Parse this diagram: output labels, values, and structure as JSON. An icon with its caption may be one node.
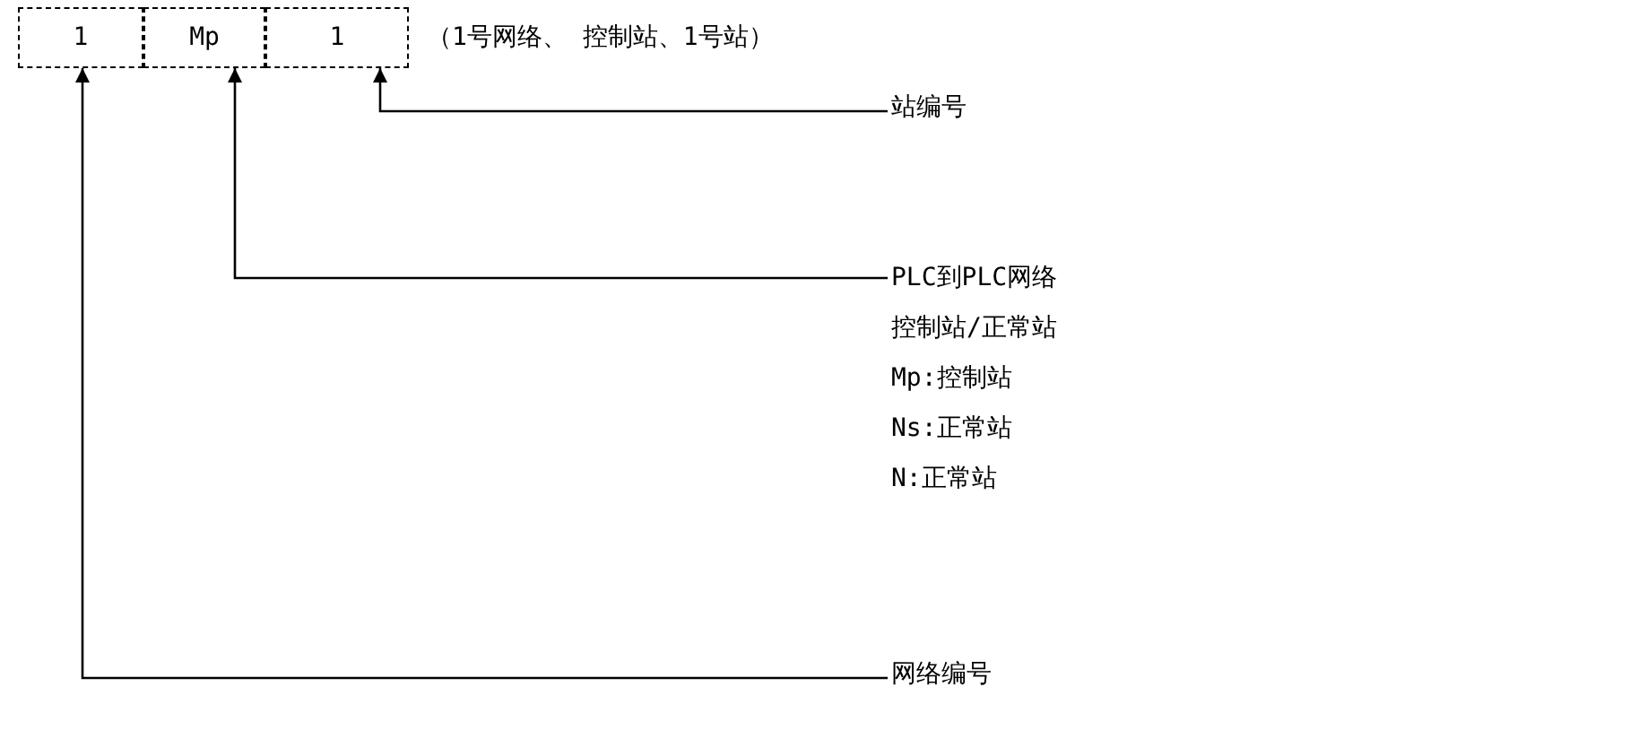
{
  "diagram": {
    "nodes": [
      {
        "text": [
          "1"
        ]
      },
      {
        "text": [
          "Mp"
        ]
      },
      {
        "text": [
          "1"
        ]
      },
      {
        "text": [
          "站编号"
        ]
      },
      {
        "text": [
          "PLC到PLC网络",
          "控制站/正常站",
          "Mp:控制站",
          "Ns:正常站",
          "N:正常站"
        ]
      },
      {
        "text": [
          "网络编号"
        ]
      }
    ],
    "edges": [
      {
        "from": 3,
        "to": 2,
        "arrow": "to"
      },
      {
        "from": 4,
        "to": 1,
        "arrow": "to"
      },
      {
        "from": 5,
        "to": 0,
        "arrow": "to"
      }
    ],
    "labels": [
      "（1号网络、 控制站、1号站）"
    ]
  }
}
